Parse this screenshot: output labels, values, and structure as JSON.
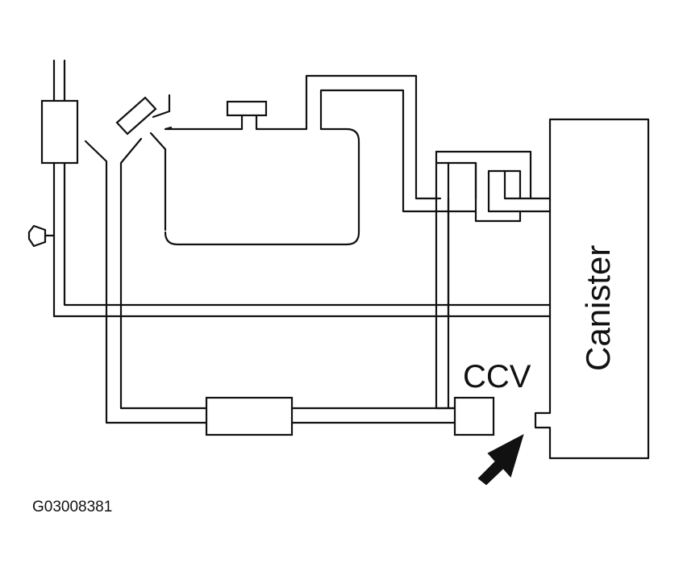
{
  "labels": {
    "canister": "Canister",
    "ccv": "CCV"
  },
  "figure_id": "G03008381",
  "colors": {
    "line": "#111111",
    "background": "#ffffff"
  },
  "icons": [
    "arrow-icon",
    "filler-cap-icon",
    "pressure-relief-cap-icon"
  ]
}
